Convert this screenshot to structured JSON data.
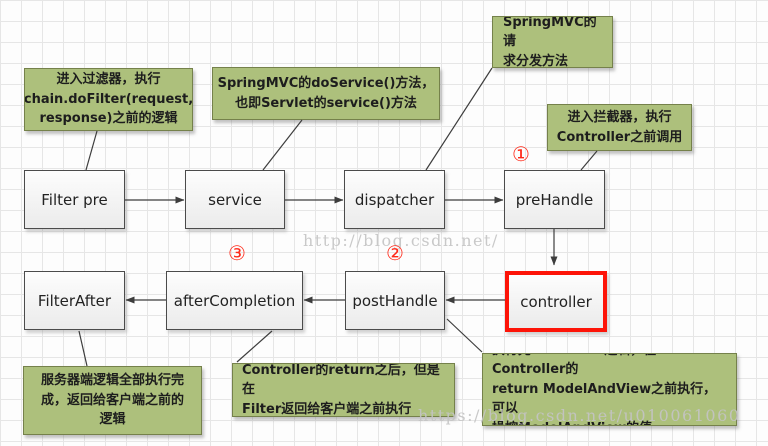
{
  "diagram": {
    "watermark_center": "http://blog.csdn.net/",
    "watermark_bottom": "https://blog.csdn.net/u010061060",
    "steps": {
      "one": "①",
      "two": "②",
      "three": "③"
    },
    "nodes": {
      "filter_pre": "Filter pre",
      "service": "service",
      "dispatcher": "dispatcher",
      "prehandle": "preHandle",
      "filter_after": "FilterAfter",
      "after_completion": "afterCompletion",
      "posthandle": "postHandle",
      "controller": "controller"
    },
    "notes": {
      "filter_pre": "进入过滤器，执行\nchain.doFilter(request,\nresponse)之前的逻辑",
      "service": "SpringMVC的doService()方法，\n也即Servlet的service()方法",
      "dispatcher": "SpringMVC的请\n求分发方法",
      "prehandle": "进入拦截器，执行\nController之前调用",
      "filter_after": "服务器端逻辑全部执行完\n成，返回给客户端之前的\n逻辑",
      "after_completion": "Controller的return之后，但是在\nFilter返回给客户端之前执行",
      "posthandle": "执行完Controller逻辑，在Controller的\nreturn ModelAndView之前执行，可以\n操控ModelAndView的值"
    },
    "colors": {
      "note_fill": "#adc07c",
      "note_border": "#75814b",
      "node_border": "#4b4b4b",
      "highlight_red": "#fd1408",
      "step_number_red": "#fe2a1a",
      "arrow": "#3d3d3d",
      "watermark_gray": "#c9c9c9"
    }
  }
}
